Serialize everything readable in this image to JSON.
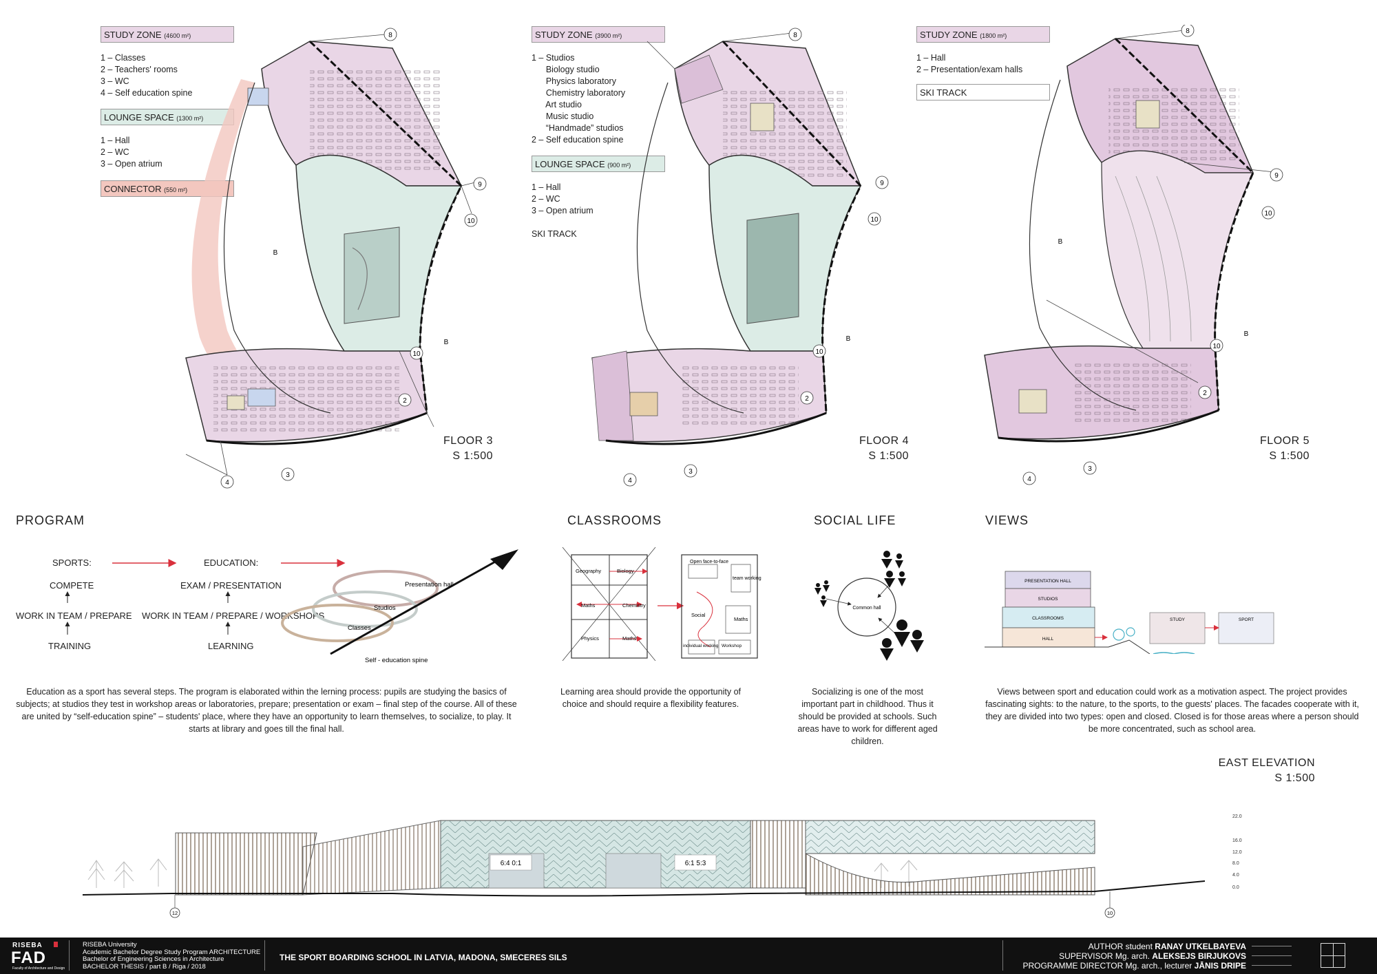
{
  "floors": [
    {
      "label": "FLOOR 3",
      "scale": "S 1:500",
      "legend": {
        "study_zone": {
          "name": "STUDY ZONE",
          "area": "(4600 m²)"
        },
        "study_items": "1 – Classes\n2 – Teachers' rooms\n3 – WC\n4 – Self education spine",
        "lounge": {
          "name": "LOUNGE SPACE",
          "area": "(1300 m²)"
        },
        "lounge_items": "1 – Hall\n2 – WC\n3 – Open atrium",
        "connector": {
          "name": "CONNECTOR",
          "area": "(550 m²)"
        }
      }
    },
    {
      "label": "FLOOR 4",
      "scale": "S 1:500",
      "legend": {
        "study_zone": {
          "name": "STUDY ZONE",
          "area": "(3900 m²)"
        },
        "study_items": "1 – Studios\n      Biology studio\n      Physics laboratory\n      Chemistry laboratory\n      Art studio\n      Music studio\n      “Handmade” studios\n2 – Self education spine",
        "lounge": {
          "name": "LOUNGE SPACE",
          "area": "(900 m²)"
        },
        "lounge_items": "1 – Hall\n2 – WC\n3 – Open atrium",
        "ski_track": "SKI TRACK"
      }
    },
    {
      "label": "FLOOR 5",
      "scale": "S 1:500",
      "legend": {
        "study_zone": {
          "name": "STUDY ZONE",
          "area": "(1800 m²)"
        },
        "study_items": "1 – Hall\n2 – Presentation/exam halls",
        "ski_track": "SKI TRACK"
      }
    }
  ],
  "plan_marks": [
    "8",
    "9",
    "10",
    "2",
    "3",
    "4",
    "B"
  ],
  "colors": {
    "study": "#e9d6e6",
    "lounge": "#dcece6",
    "connector": "#f3c7bf",
    "arrow": "#d9303c",
    "footer": "#111111"
  },
  "program": {
    "title": "PROGRAM",
    "sports": "SPORTS:",
    "education": "EDUCATION:",
    "compete": "COMPETE",
    "team_prepare": "WORK IN TEAM / PREPARE",
    "training": "TRAINING",
    "exam": "EXAM / PRESENTATION",
    "team_workshops": "WORK IN TEAM / PREPARE / WORKSHOPS",
    "learning": "LEARNING",
    "presentation_hall": "Presentation hall",
    "studios": "Studios",
    "classes": "Classes",
    "spine": "Self - education spine",
    "text": "Education as a sport has several steps. The program is elaborated within the lerning process: pupils are studying the basics of subjects; at studios they test in workshop areas or laboratories, prepare; presentation or exam – final step of the course. All of these are united by “self-education spine” – students' place, where they have an opportunity to learn themselves, to socialize, to play. It starts at library and goes till the final hall."
  },
  "classrooms": {
    "title": "CLASSROOMS",
    "geography": "Geography",
    "biology": "Biology",
    "maths": "Maths",
    "chemistry": "Chemistry",
    "physics": "Physics",
    "open_face": "Open face-to-face",
    "team_working": "team working",
    "social": "Social",
    "individual": "individual working",
    "workshop": "Workshop",
    "text": "Learning area should provide the opportunity of choice and should require a flexibility features."
  },
  "social": {
    "title": "SOCIAL LIFE",
    "common_hall": "Common hall",
    "text": "Socializing is one of the most important part in childhood. Thus it should be provided at schools. Such areas have to work for different aged children."
  },
  "views": {
    "title": "VIEWS",
    "presentation_hall": "PRESENTATION HALL",
    "studios": "STUDIOS",
    "classrooms": "CLASSROOMS",
    "hall": "HALL",
    "study": "STUDY",
    "sport": "SPORT",
    "text": "Views between sport and education could work as a motivation aspect. The project provides fascinating sights: to the nature, to the sports, to the guests' places. The facades cooperate with it, they are divided into two types: open and closed. Closed is for those areas where a person should be more concentrated, such as school area."
  },
  "elevation": {
    "title": "EAST ELEVATION",
    "scale": "S 1:500",
    "score_left": "6:4 0:1",
    "score_right": "6:1 5:3",
    "axis_left": "12",
    "axis_right": "10",
    "levels": [
      "22.0",
      "16.0",
      "12.0",
      "8.0",
      "4.0",
      "0.0"
    ]
  },
  "footer": {
    "logo_top": "RISEBA",
    "logo_main": "FAD",
    "logo_sub": "Faculty of Architecture and Design",
    "university": "RISEBA University\nAcademic Bachelor Degree Study Program ARCHITECTURE\nBachelor of Engineering Sciences in Architecture\nBACHELOR THESIS / part B / Riga / 2018",
    "project_title": "THE SPORT BOARDING SCHOOL IN LATVIA, MADONA, SMECERES SILS",
    "author_role": "AUTHOR student",
    "author": "RANAY UTKELBAYEVA",
    "supervisor_role": "SUPERVISOR Mg. arch.",
    "supervisor": "ALEKSEJS BIRJUKOVS",
    "director_role": "PROGRAMME DIRECTOR Mg. arch., lecturer",
    "director": "JĀNIS DRIPE"
  }
}
